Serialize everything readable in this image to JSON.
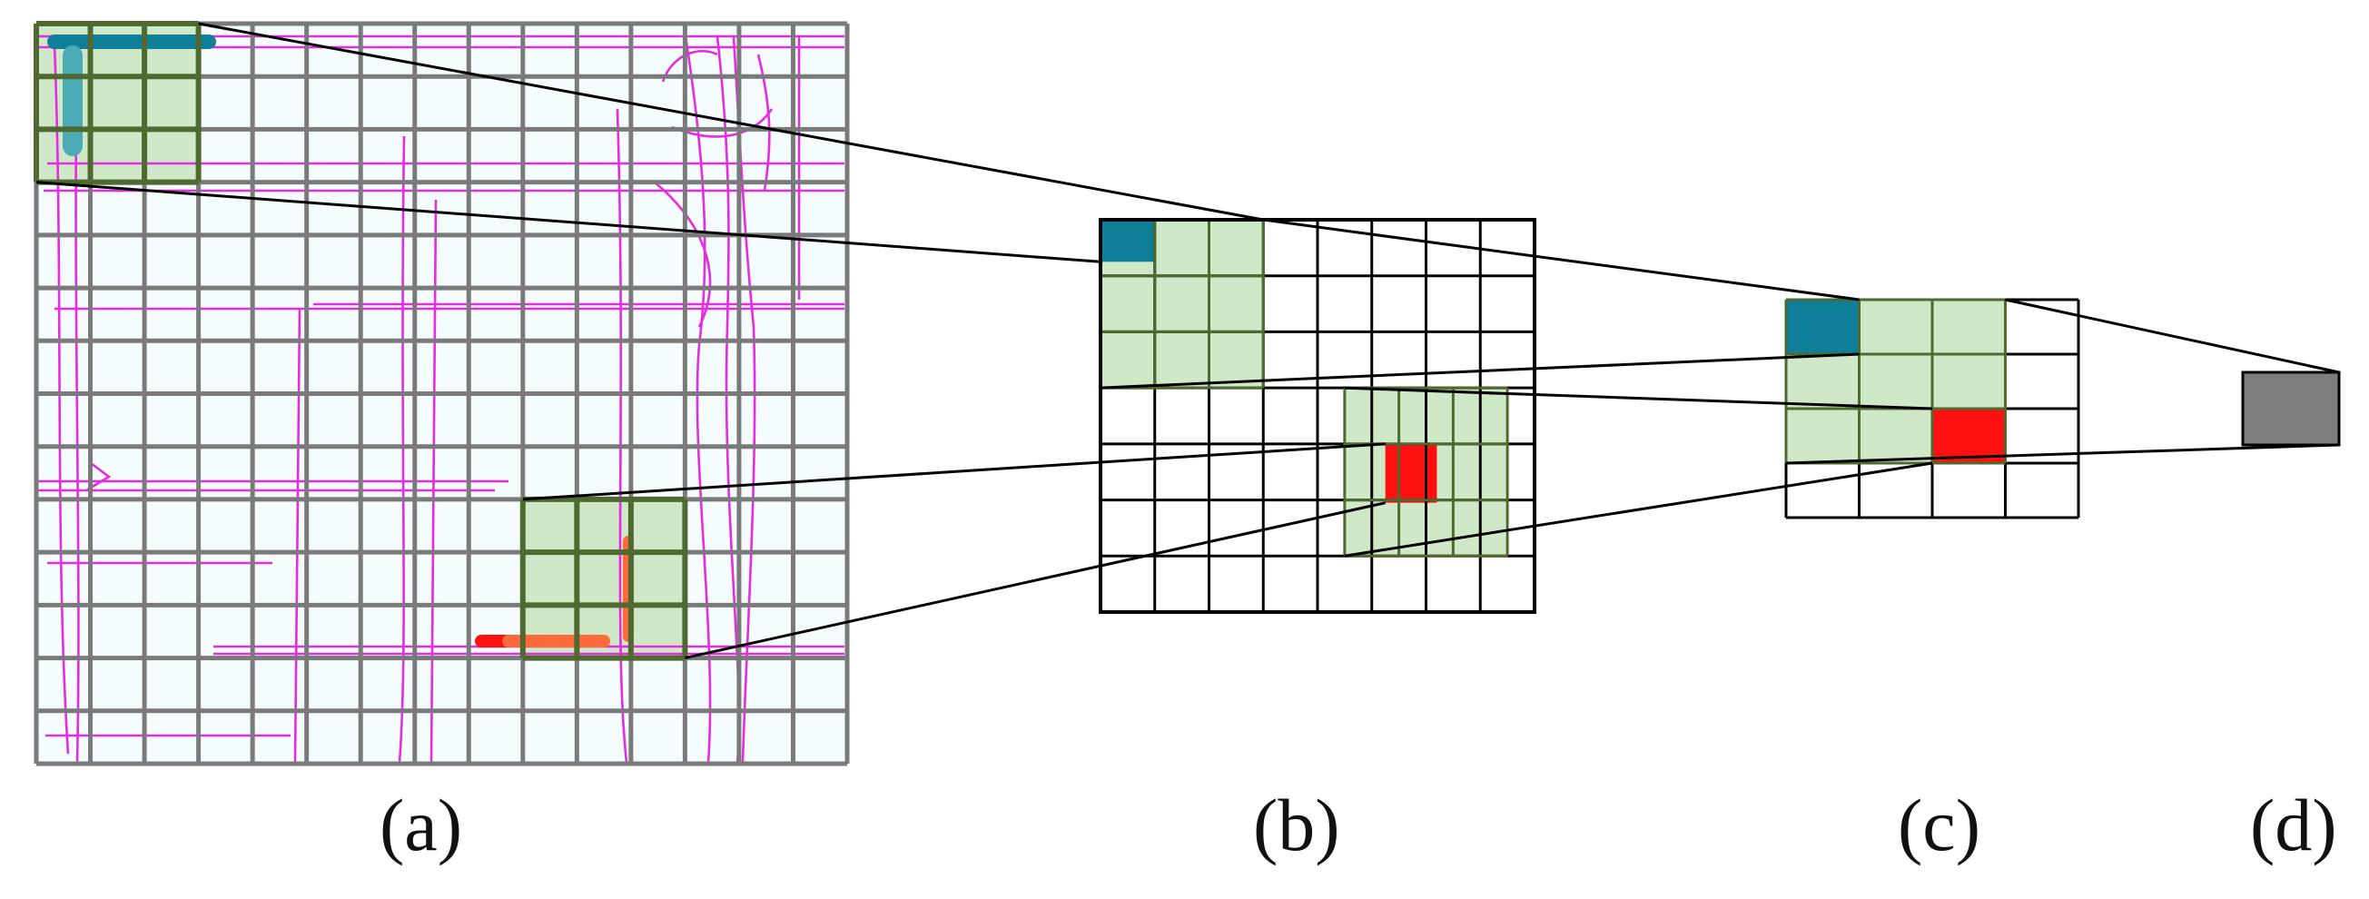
{
  "captions": {
    "a": "(a)",
    "b": "(b)",
    "c": "(c)",
    "d": "(d)"
  },
  "grids": {
    "a": {
      "rows": 14,
      "cols": 15
    },
    "b": {
      "rows": 7,
      "cols": 8
    },
    "c": {
      "rows": 4,
      "cols": 4
    },
    "d": {
      "rows": 1,
      "cols": 1
    }
  },
  "colors": {
    "background_cell": "#f4fcfd",
    "grid_line_a": "#7a7a7a",
    "grid_line": "#000000",
    "road": "#e52ce0",
    "receptive_field_fill": "#cfe8c8",
    "receptive_field_border": "#4e6a30",
    "teal": "#0f7f99",
    "teal_light": "#4aabb5",
    "red": "#ff1010",
    "red_light": "#ff6a3a",
    "output_cell": "#7d7d7d",
    "connector": "#000000"
  }
}
